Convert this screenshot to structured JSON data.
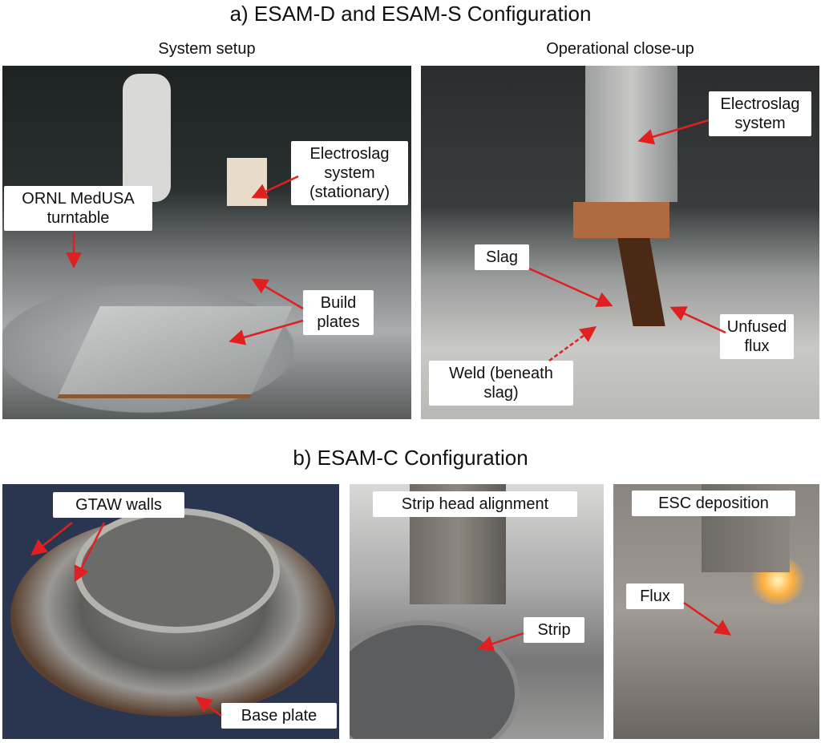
{
  "panel_a": {
    "title": "a) ESAM-D and ESAM-S Configuration",
    "left": {
      "caption": "System setup",
      "labels": {
        "turntable": "ORNL MedUSA turntable",
        "electroslag": "Electroslag system (stationary)",
        "build_plates": "Build plates"
      }
    },
    "right": {
      "caption": "Operational close-up",
      "labels": {
        "electroslag": "Electroslag system",
        "slag": "Slag",
        "unfused_flux": "Unfused flux",
        "weld": "Weld (beneath slag)"
      }
    }
  },
  "panel_b": {
    "title": "b) ESAM-C Configuration",
    "photo1": {
      "gtaw": "GTAW walls",
      "base_plate": "Base plate"
    },
    "photo2": {
      "strip_head": "Strip head alignment",
      "strip": "Strip"
    },
    "photo3": {
      "esc": "ESC deposition",
      "flux": "Flux"
    }
  },
  "colors": {
    "arrow": "#e02020"
  }
}
